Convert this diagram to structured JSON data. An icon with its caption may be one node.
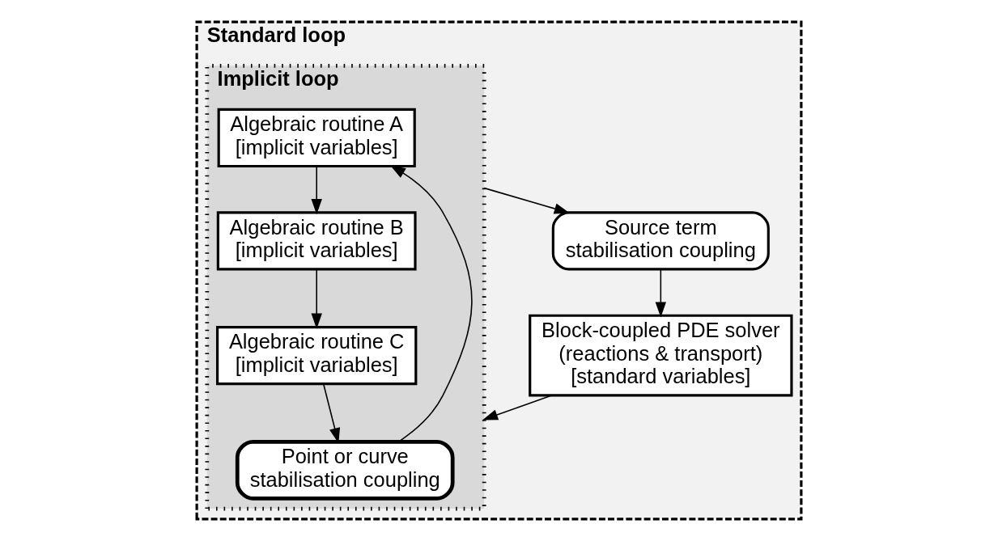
{
  "diagram": {
    "nodes": [
      {
        "text": [
          "Standard loop"
        ]
      },
      {
        "text": [
          "Source term stabilisation coupling"
        ],
        "in": 0
      },
      {
        "text": [
          "Block-coupled PDE solver (reactions & transport) [standard variables]"
        ],
        "in": 0
      },
      {
        "text": [
          "Implicit loop"
        ],
        "in": 0
      },
      {
        "text": [
          "Algebraic routine A [implicit variables]"
        ],
        "in": 3
      },
      {
        "text": [
          "Algebraic routine B [implicit variables]"
        ],
        "in": 3
      },
      {
        "text": [
          "Algebraic routine C [implicit variables]"
        ],
        "in": 3
      },
      {
        "text": [
          "Point or curve stabilisation coupling"
        ],
        "in": 3
      }
    ],
    "edges": [
      {
        "from": 3,
        "to": 1,
        "arrow": "to"
      },
      {
        "from": 1,
        "to": 2,
        "arrow": "to"
      },
      {
        "from": 2,
        "to": 3,
        "arrow": "to"
      },
      {
        "from": 7,
        "to": 4,
        "arrow": "to"
      },
      {
        "from": 4,
        "to": 5,
        "arrow": "to"
      },
      {
        "from": 5,
        "to": 6,
        "arrow": "to"
      },
      {
        "from": 6,
        "to": 7,
        "arrow": "to"
      }
    ]
  }
}
